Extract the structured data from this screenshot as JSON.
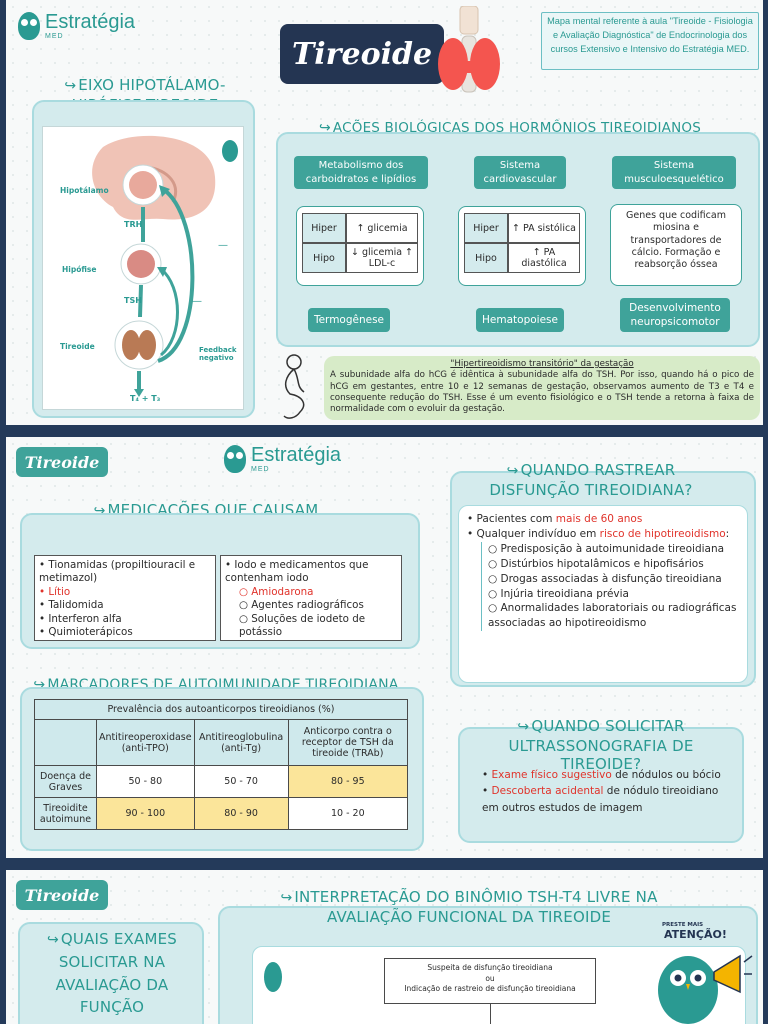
{
  "page1": {
    "logo": {
      "name": "Estratégia",
      "sub": "MED"
    },
    "title_badge": "Tireoide",
    "intro_box": "Mapa mental referente à aula \"Tireoide - Fisiologia e Avaliação Diagnóstica\" de Endocrinologia dos cursos Extensivo e Intensivo do Estratégia MED.",
    "axis": {
      "title": "Eixo hipotálamo-hipófise-tireoide",
      "labels": {
        "hipotalamo": "Hipotálamo",
        "trh": "TRH",
        "hipofise": "Hipófise",
        "tsh": "TSH",
        "tireoide": "Tireoide",
        "feedback": "Feedback negativo",
        "t4t3": "T₄ + T₃",
        "minus1": "—",
        "minus2": "—"
      }
    },
    "actions": {
      "title": "Ações biológicas dos hormônios tireoidianos",
      "col1": {
        "heading": "Metabolismo dos carboidratos e lipídios",
        "hiper": "Hiper",
        "hiper_val": "↑ glicemia",
        "hipo": "Hipo",
        "hipo_val": "↓ glicemia ↑ LDL-c",
        "footer": "Termogênese"
      },
      "col2": {
        "heading": "Sistema cardiovascular",
        "hiper": "Hiper",
        "hiper_val": "↑ PA sistólica",
        "hipo": "Hipo",
        "hipo_val": "↑ PA diastólica",
        "footer": "Hematopoiese"
      },
      "col3": {
        "heading": "Sistema musculoesquelético",
        "body": "Genes que codificam miosina e transportadores de cálcio. Formação e reabsorção óssea",
        "footer": "Desenvolvimento neuropsicomotor"
      }
    },
    "gestation": {
      "title": "\"Hipertireoidismo transitório\" da gestação",
      "body": "A subunidade alfa do hCG é idêntica à subunidade alfa do TSH. Por isso, quando há o pico de hCG em gestantes, entre 10 e 12 semanas de gestação, observamos aumento de T3 e T4 e consequente redução do TSH. Esse é um evento fisiológico e o TSH tende a retorna à faixa de normalidade com o evoluir da gestação."
    }
  },
  "page2": {
    "badge": "Tireoide",
    "logo": {
      "name": "Estratégia",
      "sub": "MED"
    },
    "meds": {
      "title": "Medicações que causam disfunção tireoidiana",
      "left": [
        "Tionamidas (propiltiouracil e metimazol)",
        "Lítio",
        "Talidomida",
        "Interferon alfa",
        "Quimioterápicos"
      ],
      "right_head": "Iodo e medicamentos que contenham iodo",
      "right_sub": [
        "Amiodarona",
        "Agentes radiográficos",
        "Soluções de iodeto de potássio"
      ]
    },
    "markers": {
      "title": "Marcadores de autoimunidade tireoidiana",
      "header": "Prevalência dos autoanticorpos tireoidianos (%)",
      "cols": [
        "Antitireoperoxidase (anti-TPO)",
        "Antitireoglobulina (anti-Tg)",
        "Anticorpo contra o receptor de TSH da tireoide (TRAb)"
      ],
      "rows": [
        {
          "label": "Doença de Graves",
          "values": [
            "50 - 80",
            "50 - 70",
            "80 - 95"
          ]
        },
        {
          "label": "Tireoidite autoimune",
          "values": [
            "90 - 100",
            "80 - 90",
            "10 - 20"
          ]
        }
      ]
    },
    "screen": {
      "title": "Quando rastrear disfunção tireoidiana?",
      "b1_pre": "Pacientes com ",
      "b1_red": "mais de 60 anos",
      "b2_pre": "Qualquer indivíduo em ",
      "b2_red": "risco de hipotireoidismo",
      "b2_post": ":",
      "subs": [
        "Predisposição à autoimunidade tireoidiana",
        "Distúrbios hipotalâmicos e hipofisários",
        "Drogas associadas à disfunção tireoidiana",
        "Injúria tireoidiana prévia",
        "Anormalidades laboratoriais ou radiográficas associadas ao hipotireoidismo"
      ]
    },
    "us": {
      "title": "Quando solicitar ultrassonografia de tireoide?",
      "b1_red": "Exame físico sugestivo",
      "b1_post": " de nódulos ou bócio",
      "b2_red": "Descoberta acidental",
      "b2_post": " de nódulo tireoidiano em outros estudos de imagem"
    }
  },
  "page3": {
    "badge": "Tireoide",
    "exams_title": "Quais exames solicitar na avaliação da função",
    "interp_title": "Interpretação do binômio TSH-T4 livre na avaliação funcional da tireoide",
    "flow_box": {
      "l1": "Suspeita de disfunção tireoidiana",
      "l2": "ou",
      "l3": "Indicação de rastreio de disfunção tireoidiana"
    },
    "attention": {
      "small": "PRESTE MAIS",
      "big": "ATENÇÃO!"
    }
  },
  "colors": {
    "teal": "#3fa39a",
    "navy": "#243552",
    "light_teal": "#d4ebed",
    "red": "#e0332b",
    "yellow": "#fbe59a",
    "green_box": "#d7ebc8"
  }
}
